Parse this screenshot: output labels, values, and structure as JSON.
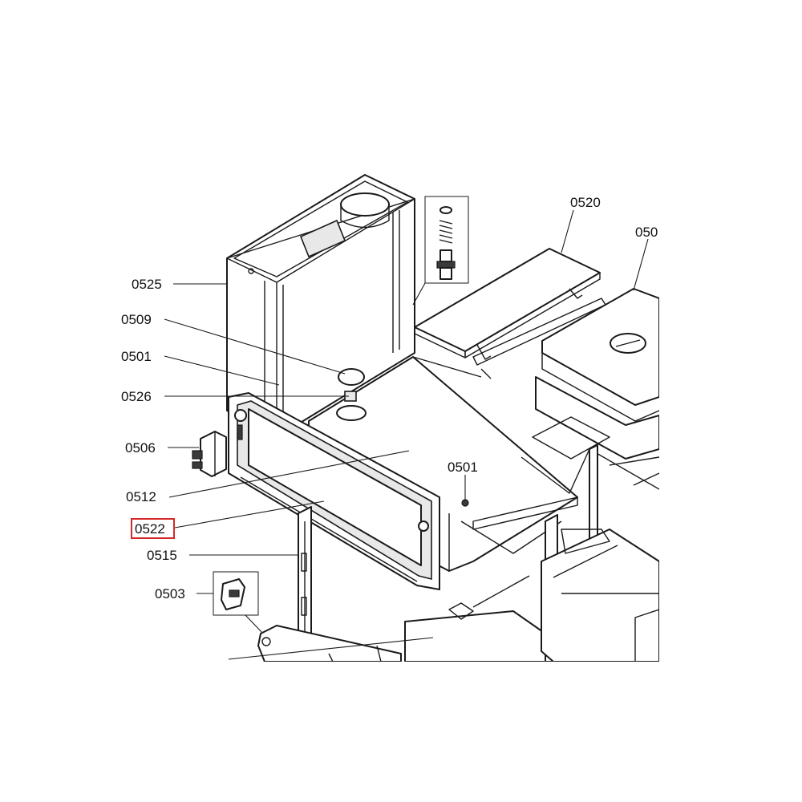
{
  "diagram": {
    "highlight_color": "#d62828",
    "highlighted_label": "0522",
    "labels": [
      {
        "id": "0525",
        "text": "0525"
      },
      {
        "id": "0509",
        "text": "0509"
      },
      {
        "id": "0501a",
        "text": "0501"
      },
      {
        "id": "0526",
        "text": "0526"
      },
      {
        "id": "0506",
        "text": "0506"
      },
      {
        "id": "0512",
        "text": "0512"
      },
      {
        "id": "0522",
        "text": "0522"
      },
      {
        "id": "0515",
        "text": "0515"
      },
      {
        "id": "0503",
        "text": "0503"
      },
      {
        "id": "0520",
        "text": "0520"
      },
      {
        "id": "0501b",
        "text": "0501"
      },
      {
        "id": "050x",
        "text": "050"
      }
    ]
  }
}
